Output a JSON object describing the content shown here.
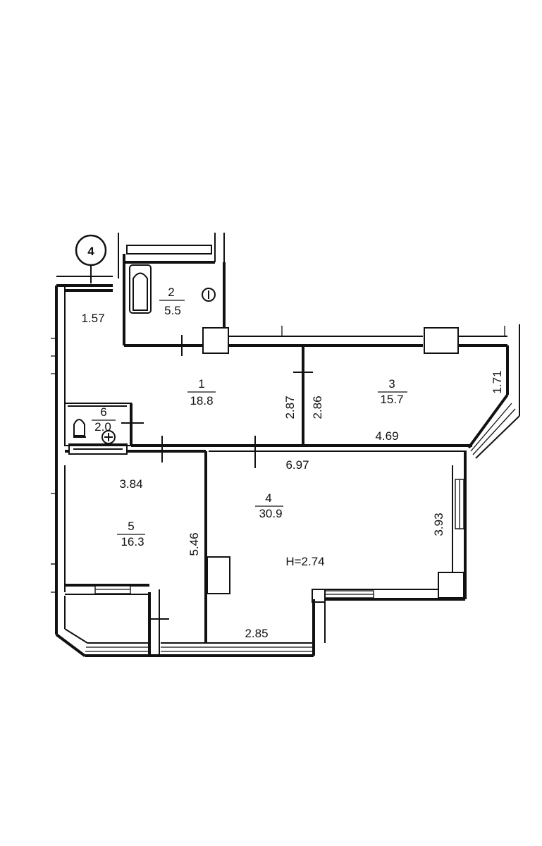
{
  "axis_marker": "4",
  "rooms": [
    {
      "number": "1",
      "area": "18.8"
    },
    {
      "number": "2",
      "area": "5.5"
    },
    {
      "number": "3",
      "area": "15.7"
    },
    {
      "number": "4",
      "area": "30.9"
    },
    {
      "number": "5",
      "area": "16.3"
    },
    {
      "number": "6",
      "area": "2.0"
    }
  ],
  "dimensions": {
    "d_1_57": "1.57",
    "d_2_87": "2.87",
    "d_2_86": "2.86",
    "d_1_71": "1.71",
    "d_4_69": "4.69",
    "d_6_97": "6.97",
    "d_3_84": "3.84",
    "d_5_46": "5.46",
    "d_3_93": "3.93",
    "d_2_85": "2.85"
  },
  "ceiling_height": "H=2.74"
}
